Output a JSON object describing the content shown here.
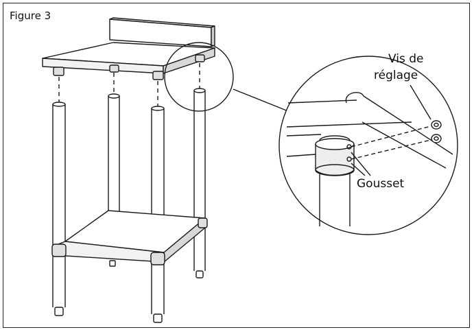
{
  "figure_label": "Figure 3",
  "callouts": {
    "screw_line1": "Vis de",
    "screw_line2": "réglage",
    "gusset": "Gousset"
  },
  "colors": {
    "ink": "#1a1a1a",
    "fill": "#ffffff",
    "shade": "#d9d9d9"
  }
}
